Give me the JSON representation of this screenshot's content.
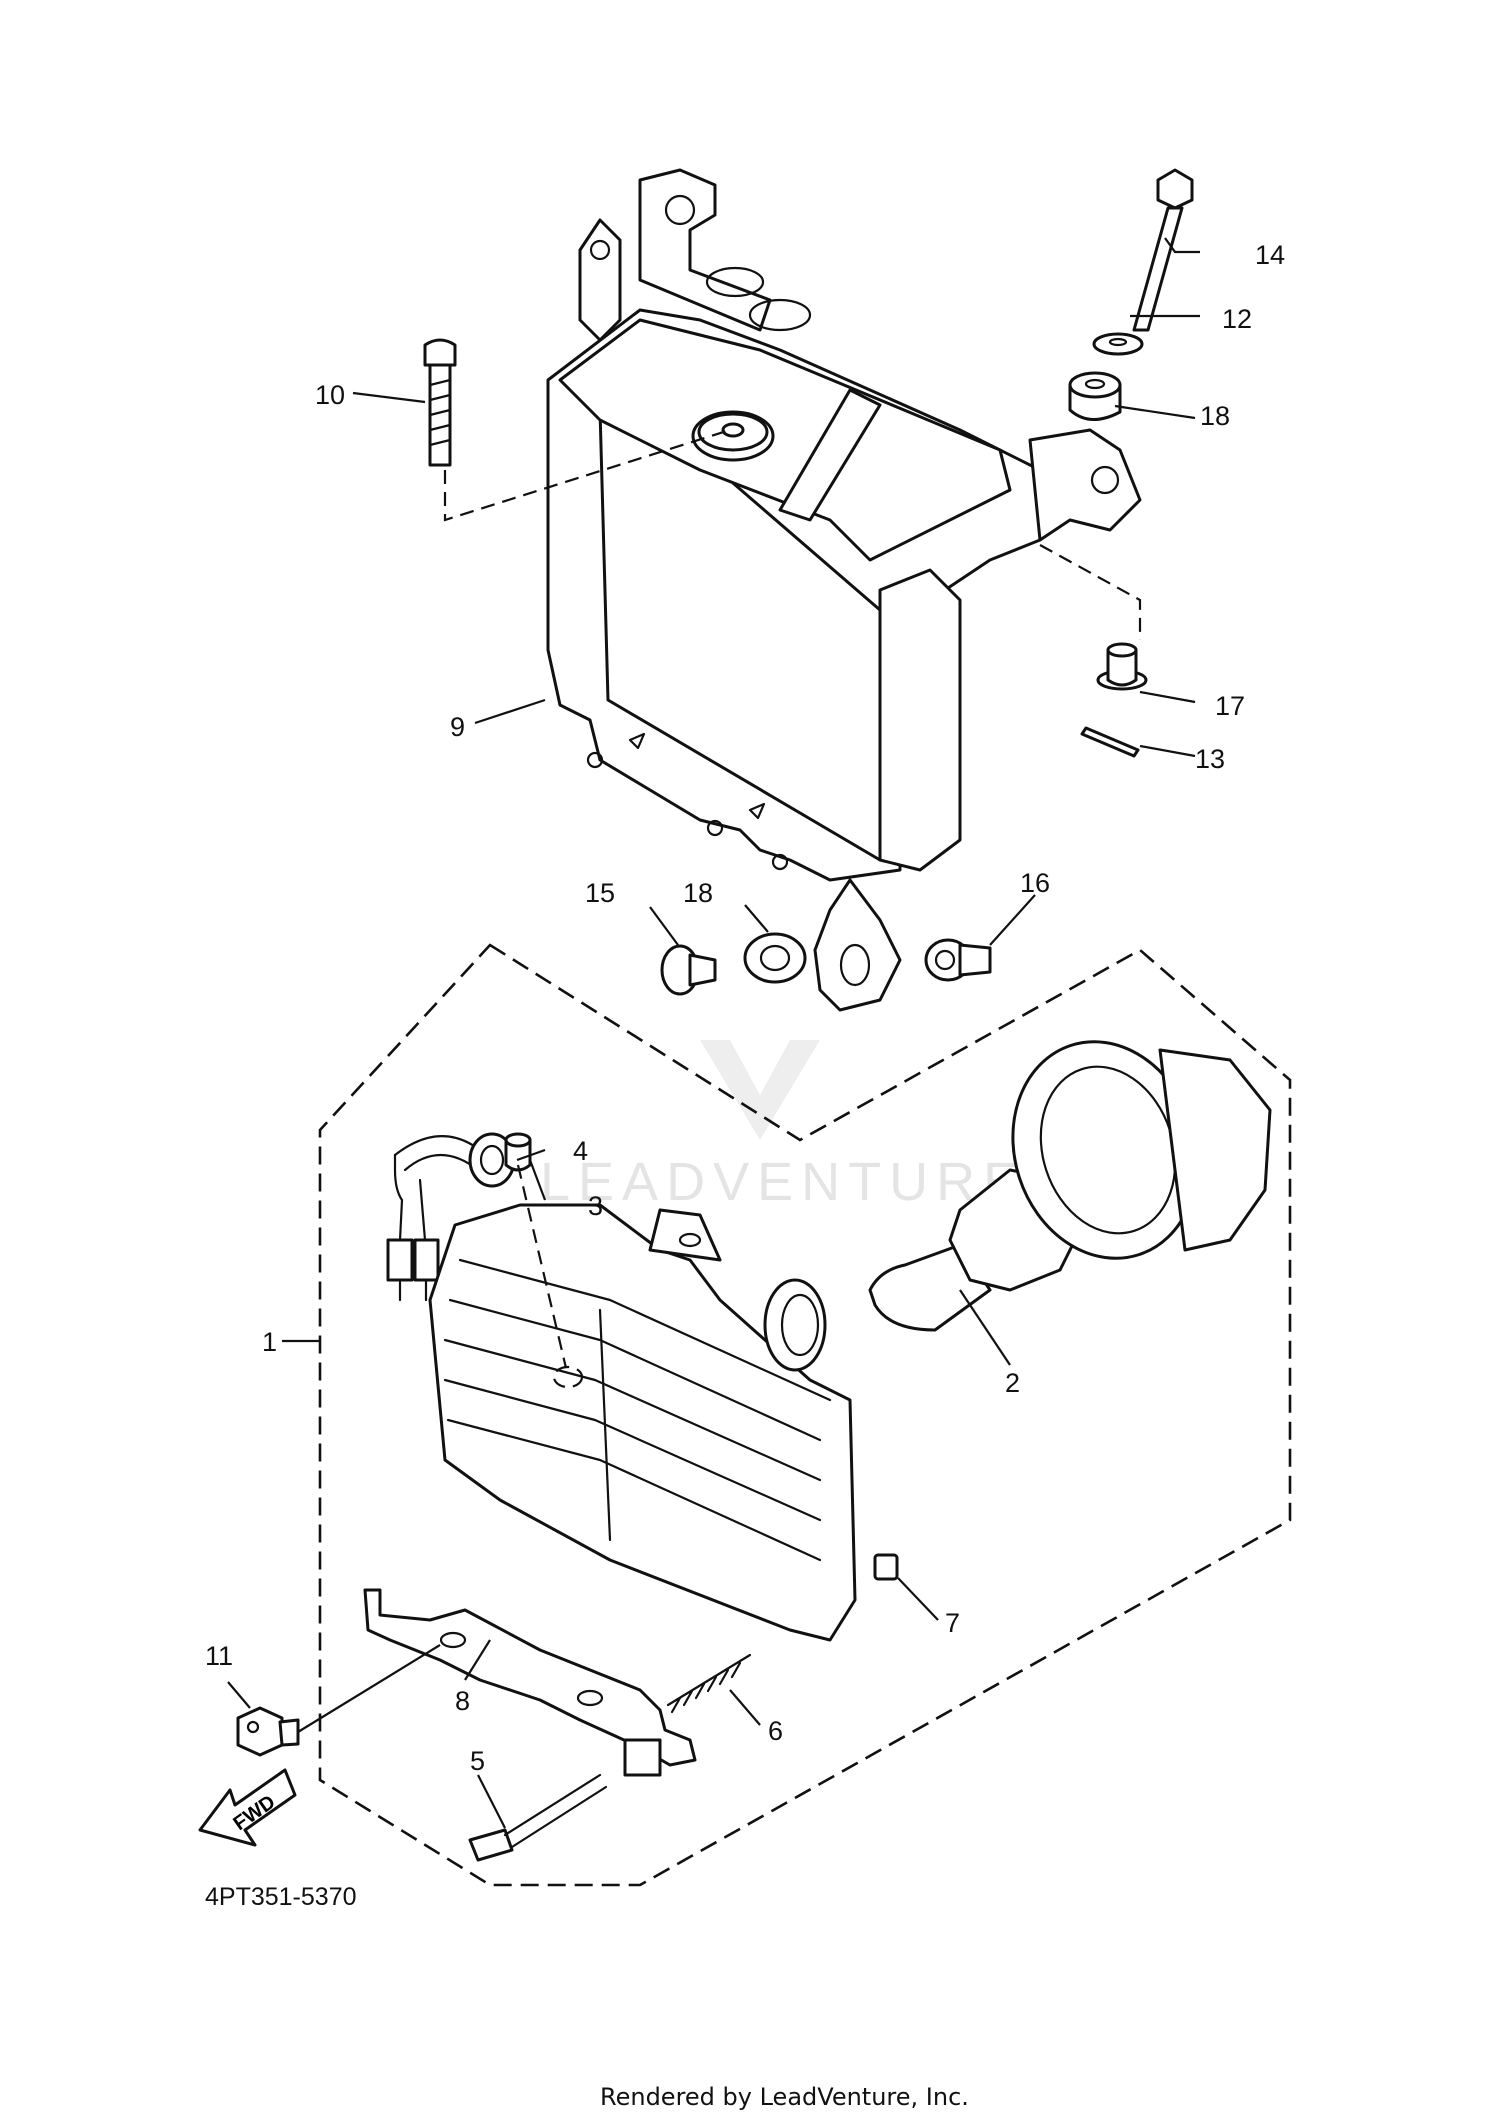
{
  "diagram_code": "4PT351-5370",
  "footer_text": "Rendered by LeadVenture, Inc.",
  "watermark_text": "LEADVENTURE",
  "fwd_label": "FWD",
  "callouts": [
    {
      "id": "c1",
      "label": "1"
    },
    {
      "id": "c2",
      "label": "2"
    },
    {
      "id": "c3",
      "label": "3"
    },
    {
      "id": "c4",
      "label": "4"
    },
    {
      "id": "c5",
      "label": "5"
    },
    {
      "id": "c6",
      "label": "6"
    },
    {
      "id": "c7",
      "label": "7"
    },
    {
      "id": "c8",
      "label": "8"
    },
    {
      "id": "c9",
      "label": "9"
    },
    {
      "id": "c10",
      "label": "10"
    },
    {
      "id": "c11",
      "label": "11"
    },
    {
      "id": "c12",
      "label": "12"
    },
    {
      "id": "c13",
      "label": "13"
    },
    {
      "id": "c14",
      "label": "14"
    },
    {
      "id": "c15",
      "label": "15"
    },
    {
      "id": "c16",
      "label": "16"
    },
    {
      "id": "c17",
      "label": "17"
    },
    {
      "id": "c18a",
      "label": "18"
    },
    {
      "id": "c18b",
      "label": "18"
    }
  ]
}
